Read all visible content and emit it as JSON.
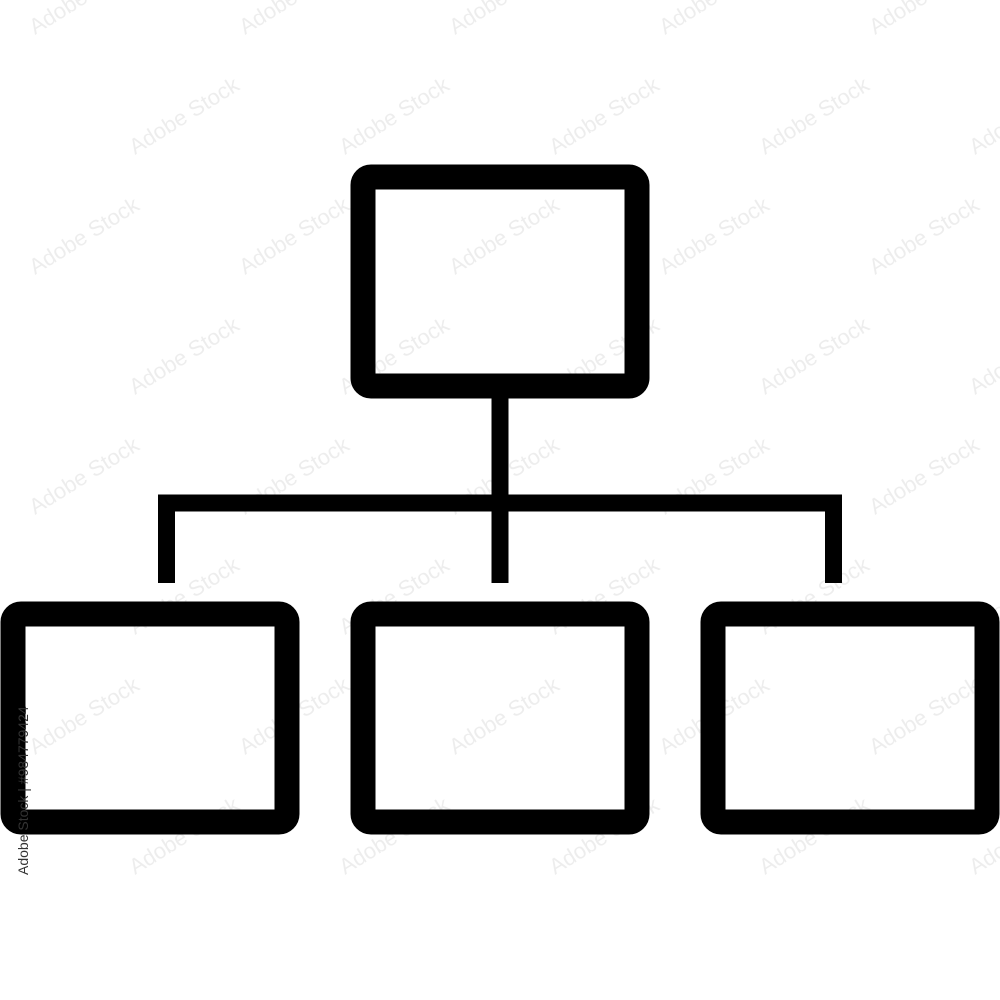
{
  "diagram": {
    "type": "hierarchy",
    "icon": "organization-chart-icon",
    "root": {
      "id": "root",
      "label": ""
    },
    "children": [
      {
        "id": "child-left",
        "label": ""
      },
      {
        "id": "child-center",
        "label": ""
      },
      {
        "id": "child-right",
        "label": ""
      }
    ],
    "edges": [
      {
        "from": "root",
        "to": "child-left"
      },
      {
        "from": "root",
        "to": "child-center"
      },
      {
        "from": "root",
        "to": "child-right"
      }
    ]
  },
  "watermark": {
    "id_text": "Adobe Stock | #984779424",
    "pattern_text": "Adobe Stock"
  },
  "colors": {
    "background": "#ffffff",
    "stroke": "#000000",
    "watermark": "#d9d9d9"
  }
}
